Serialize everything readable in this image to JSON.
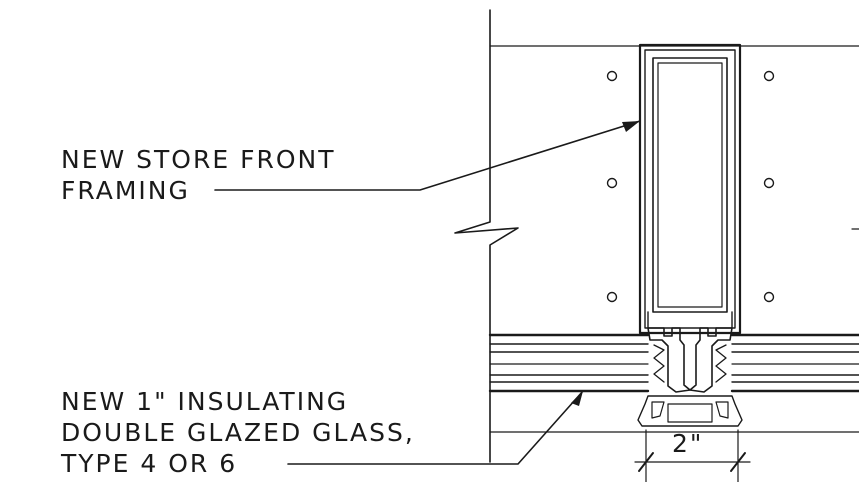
{
  "notes": {
    "framing": {
      "line1": "NEW STORE FRONT",
      "line2": "FRAMING"
    },
    "glass": {
      "line1": "NEW 1\" INSULATING",
      "line2": "DOUBLE GLAZED GLASS,",
      "line3": "TYPE 4 OR 6"
    }
  },
  "dimension": {
    "mullion_width": "2\""
  },
  "colors": {
    "ink": "#1a1a1a",
    "background": "#ffffff"
  }
}
